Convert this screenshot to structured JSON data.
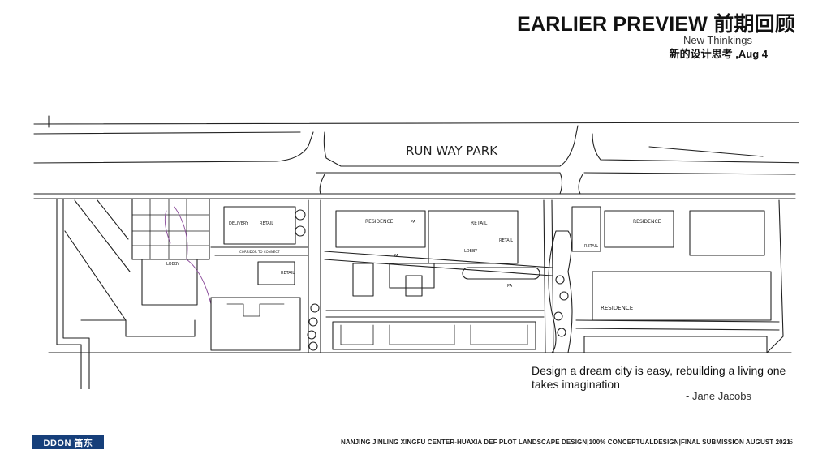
{
  "header": {
    "title": "EARLIER  PREVIEW 前期回顾",
    "subtitle": "New Thinkings",
    "date_line": "新的设计思考 ,Aug 4"
  },
  "plan": {
    "park_label": "RUN WAY PARK",
    "labels": {
      "residence_1": "RESIDENCE",
      "residence_2": "RESIDENCE",
      "residence_3": "RESIDENCE",
      "retail_1": "RETAIL",
      "retail_2": "RETAIL",
      "retail_3": "RETAIL",
      "retail_4": "RETAIL",
      "retail_5": "RETAIL",
      "lobby_1": "LOBBY",
      "lobby_2": "LOBBY",
      "delivery": "DELIVERY",
      "connect": "CORRIDOR TO CONNECT",
      "pa_1": "PA",
      "pa_2": "PA",
      "pa_3": "PA"
    }
  },
  "quote": {
    "text": "Design a dream city is easy,  rebuilding a living one takes imagination",
    "author": "- Jane Jacobs"
  },
  "footer": {
    "logo": "DDON 笛东",
    "project": "NANJING JINLING XINGFU CENTER-HUAXIA DEF PLOT LANDSCAPE DESIGN|100% CONCEPTUALDESIGN|FINAL SUBMISSION AUGUST 2021",
    "page_number": "6"
  }
}
